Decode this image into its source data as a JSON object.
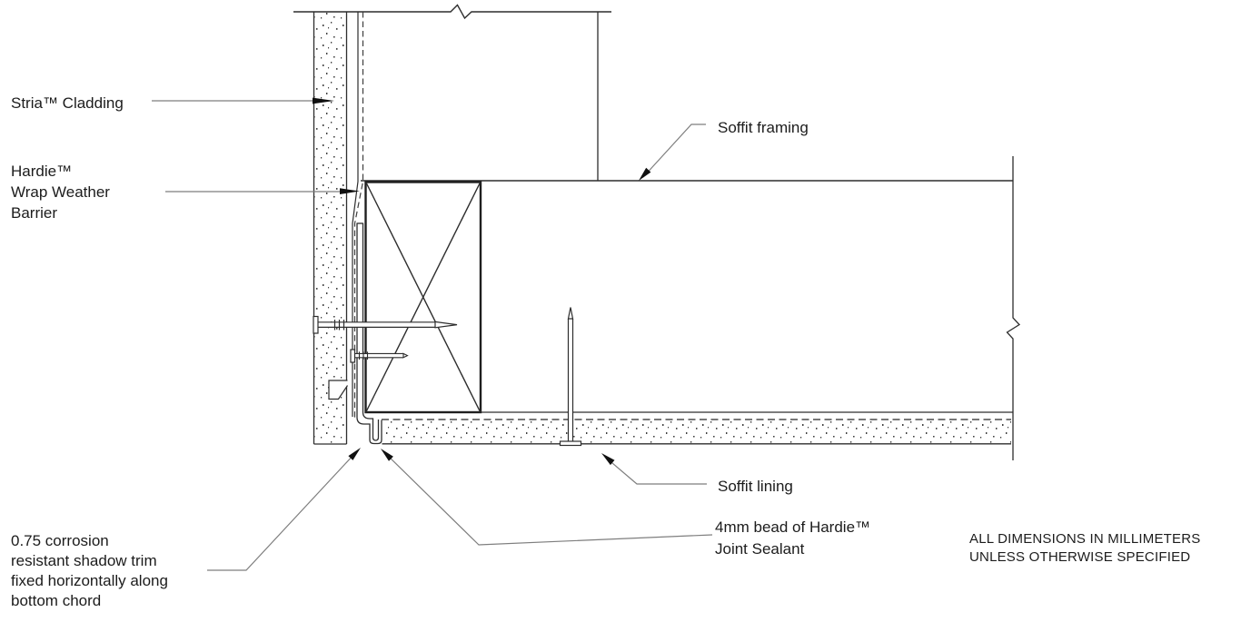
{
  "drawing_type": "construction-detail-section",
  "colors": {
    "background": "#ffffff",
    "structural_line": "#2d2d2d",
    "heavy_line": "#1f1f1f",
    "dashed_line": "#3d3d3d",
    "leader_line": "#7e7e7e",
    "arrowhead": "#101010",
    "text": "#1c1c1c"
  },
  "labels": {
    "stria_cladding": "Stria™ Cladding",
    "hardie_wrap_barrier": "Hardie™\nWrap Weather\nBarrier",
    "soffit_framing": "Soffit framing",
    "soffit_lining": "Soffit lining",
    "joint_sealant": "4mm bead of Hardie™\nJoint Sealant",
    "shadow_trim": "0.75 corrosion\nresistant shadow trim\nfixed horizontally along\nbottom chord",
    "dimensions_note": "ALL DIMENSIONS IN MILLIMETERS\nUNLESS OTHERWISE SPECIFIED"
  }
}
